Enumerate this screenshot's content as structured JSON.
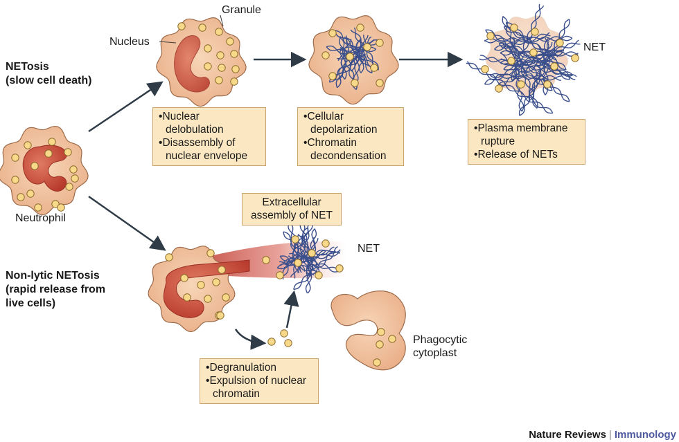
{
  "labels": {
    "netosis_title": "NETosis",
    "netosis_sub": "(slow cell death)",
    "nonlytic_line1": "Non-lytic NETosis",
    "nonlytic_line2": "(rapid release from",
    "nonlytic_line3": "live cells)",
    "granule": "Granule",
    "nucleus": "Nucleus",
    "net_top": "NET",
    "net_bottom": "NET",
    "neutrophil": "Neutrophil",
    "phagocytic_line1": "Phagocytic",
    "phagocytic_line2": "cytoplast"
  },
  "boxes": {
    "box1": [
      "Nuclear delobulation",
      "Disassembly of nuclear envelope"
    ],
    "box2": [
      "Cellular depolarization",
      "Chromatin decondensation"
    ],
    "box3": [
      "Plasma membrane rupture",
      "Release of NETs"
    ],
    "box4_line1": "Extracellular",
    "box4_line2": "assembly of NET",
    "box5": [
      "Degranulation",
      "Expulsion of nuclear chromatin"
    ]
  },
  "credit": {
    "journal": "Nature Reviews",
    "separator": "|",
    "section": "Immunology"
  },
  "colors": {
    "cell_fill": "#f3c7a0",
    "cell_stroke": "#9c6b4a",
    "nucleus_fill": "#c84a3a",
    "granule_fill": "#f8d98a",
    "dna": "#3a4f8c",
    "arrow": "#2f3b47",
    "box_fill": "#fbe8c2"
  }
}
